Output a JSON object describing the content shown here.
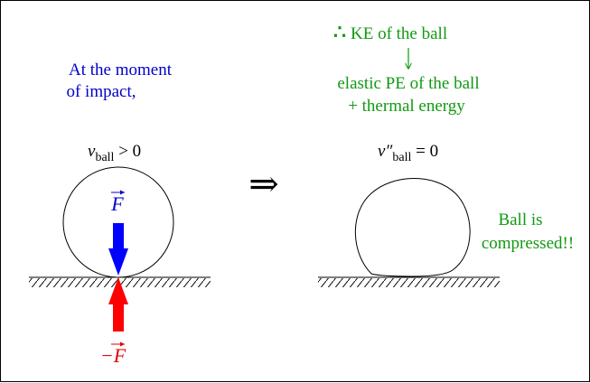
{
  "left_caption": [
    "At the moment",
    "of impact,"
  ],
  "left_equation": {
    "var": "v",
    "sub": "ball",
    "rel": " > 0"
  },
  "force_up_label": "F",
  "force_down_label": "−F",
  "implies_symbol": "⇒",
  "energy": {
    "therefore": "∴",
    "line1": "KE of the ball",
    "line2": "elastic PE of the ball",
    "line3": "+ thermal energy"
  },
  "right_equation": {
    "var": "v″",
    "sub": "ball",
    "rel": " = 0"
  },
  "right_caption": [
    "Ball is",
    "compressed!!"
  ],
  "colors": {
    "blue": "#0000cc",
    "arrow_blue": "#0000ff",
    "arrow_red": "#ff0000",
    "red_text": "#e00000",
    "green": "#119911"
  }
}
